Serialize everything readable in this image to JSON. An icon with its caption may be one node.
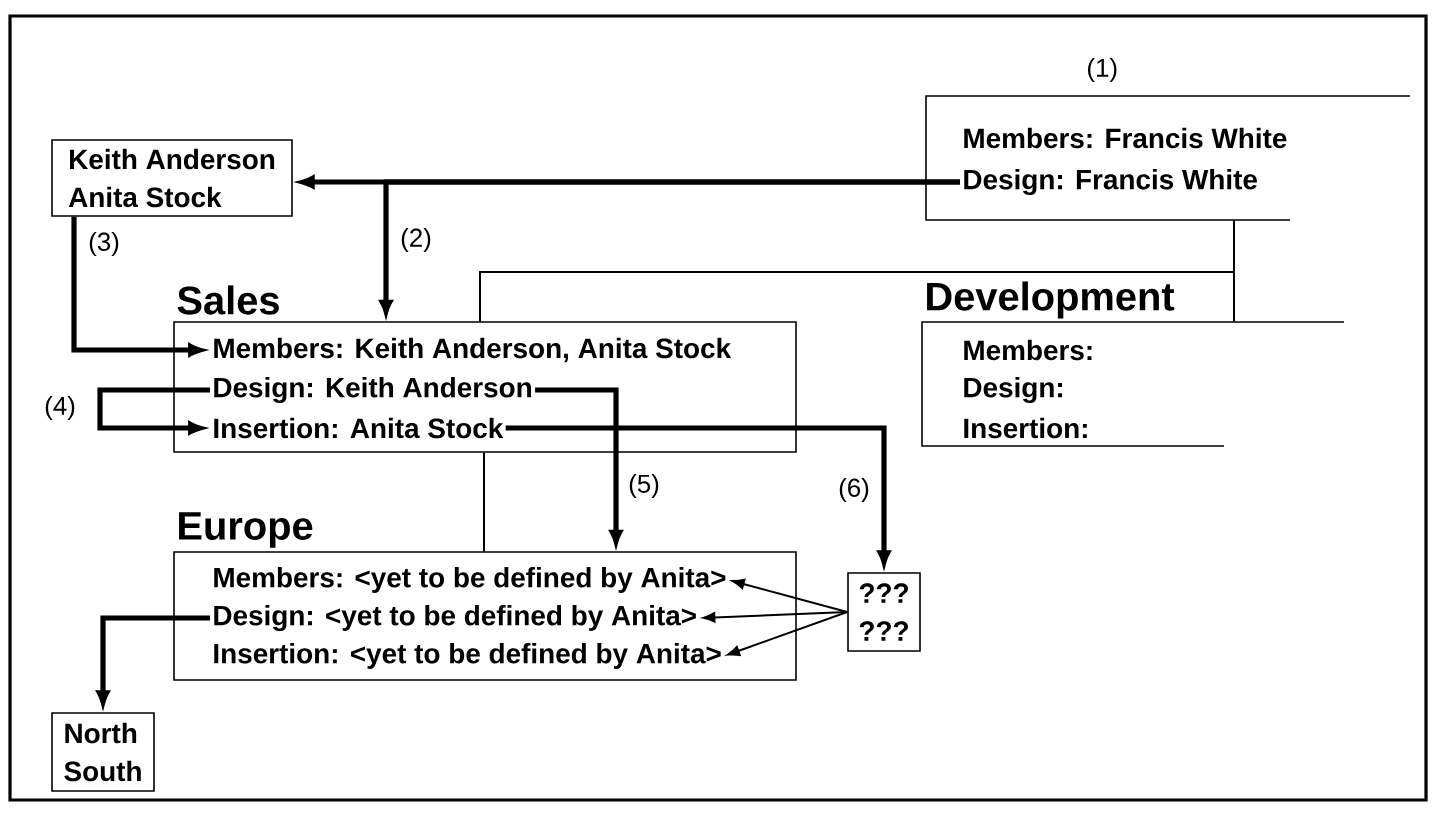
{
  "diagram": {
    "nodes": [
      {
        "text": [],
        "shape": "box",
        "beside": [
          "(1)"
        ]
      },
      {
        "text": [
          "Members: Francis White"
        ],
        "in": 0
      },
      {
        "text": [
          "Design: Francis White"
        ],
        "in": 0
      },
      {
        "text": [
          "Keith Anderson",
          "Anita Stock"
        ]
      },
      {
        "text": [
          "Sales"
        ]
      },
      {
        "text": [
          "Members: Keith Anderson, Anita Stock"
        ],
        "in": 4
      },
      {
        "text": [
          "Design: Keith Anderson"
        ],
        "in": 4
      },
      {
        "text": [
          "Insertion: Anita Stock"
        ],
        "in": 4
      },
      {
        "text": [
          "Development"
        ]
      },
      {
        "text": [
          "Members:"
        ],
        "in": 8
      },
      {
        "text": [
          "Design:"
        ],
        "in": 8
      },
      {
        "text": [
          "Insertion:"
        ],
        "in": 8
      },
      {
        "text": [
          "Europe"
        ]
      },
      {
        "text": [
          "Members: <yet to be defined by Anita>"
        ],
        "in": 12
      },
      {
        "text": [
          "Design: <yet to be defined by Anita>"
        ],
        "in": 12
      },
      {
        "text": [
          "Insertion: <yet to be defined by Anita>"
        ],
        "in": 12
      },
      {
        "text": [
          "???",
          "???"
        ]
      },
      {
        "text": [
          "North",
          "South"
        ]
      }
    ],
    "edges": [
      {
        "from": 2,
        "to": 3,
        "arrow": "to"
      },
      {
        "from": 2,
        "to": 4,
        "arrow": "to",
        "label": "(2)"
      },
      {
        "from": 3,
        "to": 5,
        "arrow": "to",
        "label": "(3)"
      },
      {
        "from": 6,
        "to": 7,
        "arrow": "to",
        "label": "(4)"
      },
      {
        "from": 6,
        "to": 12,
        "arrow": "to",
        "label": "(5)"
      },
      {
        "from": 7,
        "to": 16,
        "arrow": "to",
        "label": "(6)"
      },
      {
        "from": 16,
        "to": 13,
        "arrow": "to"
      },
      {
        "from": 16,
        "to": 14,
        "arrow": "to"
      },
      {
        "from": 16,
        "to": 15,
        "arrow": "to"
      },
      {
        "from": 14,
        "to": 17,
        "arrow": "to"
      },
      {
        "from": 0,
        "to": 8,
        "arrow": "none"
      },
      {
        "from": 0,
        "to": 4,
        "arrow": "none"
      },
      {
        "from": 4,
        "to": 12,
        "arrow": "none"
      }
    ]
  }
}
